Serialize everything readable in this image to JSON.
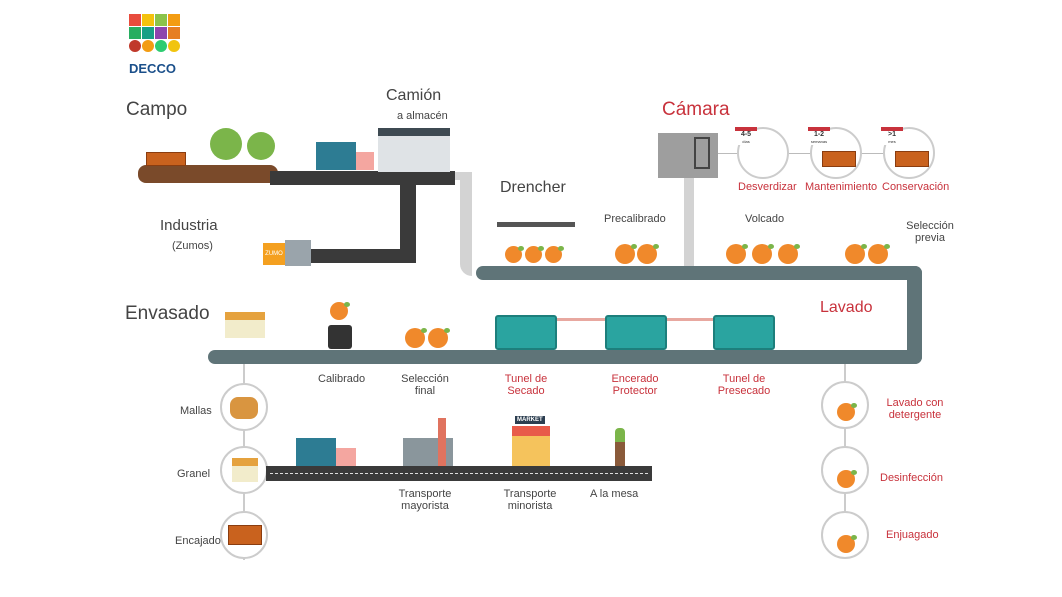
{
  "logo": {
    "text": "DECCO"
  },
  "top": {
    "campo": "Campo",
    "camion_title": "Camión",
    "camion_sub": "a almacén",
    "industria_title": "Industria",
    "industria_sub": "(Zumos)",
    "zumo": "ZUMO",
    "drencher": "Drencher",
    "precalibrado": "Precalibrado",
    "volcado": "Volcado",
    "seleccion_previa": "Selección previa"
  },
  "camara": {
    "title": "Cámara",
    "steps": [
      {
        "badge": "4-5",
        "unit": "días",
        "label": "Desverdizar"
      },
      {
        "badge": "1-2",
        "unit": "semanas",
        "label": "Mantenimiento"
      },
      {
        "badge": ">1",
        "unit": "mes",
        "label": "Conservación"
      }
    ]
  },
  "line": {
    "envasado": "Envasado",
    "lavado": "Lavado",
    "calibrado": "Calibrado",
    "seleccion_final": "Selección final",
    "tunel_secado": "Tunel de Secado",
    "encerado": "Encerado Protector",
    "tunel_presecado": "Tunel de Presecado"
  },
  "packaging": [
    "Mallas",
    "Granel",
    "Encajado"
  ],
  "washing": [
    "Lavado con detergente",
    "Desinfección",
    "Enjuagado"
  ],
  "distribution": {
    "market": "MARKET",
    "mayorista": "Transporte mayorista",
    "minorista": "Transporte minorista",
    "mesa": "A la mesa"
  },
  "colors": {
    "red": "#c8323c",
    "orange": "#f0892b",
    "teal": "#2aa4a0",
    "road": "#3a3a3a",
    "conveyor": "#5f7478"
  }
}
